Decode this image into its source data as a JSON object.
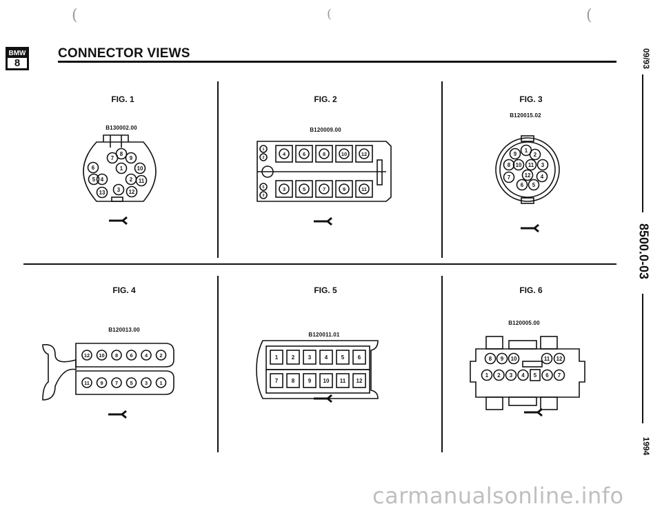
{
  "header": {
    "logo_top": "BMW",
    "logo_bottom": "8",
    "title": "CONNECTOR VIEWS"
  },
  "sidebar": {
    "date": "09/93",
    "doc_number": "8500.0-03",
    "year": "1994"
  },
  "figures": [
    {
      "label": "FIG. 1",
      "part": "B130002.00",
      "pins": [
        "1",
        "2",
        "3",
        "4",
        "5",
        "6",
        "7",
        "8",
        "9",
        "10",
        "11",
        "12",
        "13"
      ]
    },
    {
      "label": "FIG. 2",
      "part": "B120009.00",
      "pins": [
        "2",
        "4",
        "6",
        "8",
        "10",
        "12",
        "1",
        "3",
        "5",
        "7",
        "9",
        "11"
      ]
    },
    {
      "label": "FIG. 3",
      "part": "B120015.02",
      "pins": [
        "1",
        "2",
        "3",
        "4",
        "5",
        "6",
        "7",
        "8",
        "9",
        "10",
        "11",
        "12"
      ]
    },
    {
      "label": "FIG. 4",
      "part": "B120013.00",
      "pins": [
        "12",
        "10",
        "8",
        "6",
        "4",
        "2",
        "11",
        "9",
        "7",
        "5",
        "3",
        "1"
      ]
    },
    {
      "label": "FIG. 5",
      "part": "B120011.01",
      "pins": [
        "1",
        "2",
        "3",
        "4",
        "5",
        "6",
        "7",
        "8",
        "9",
        "10",
        "11",
        "12"
      ]
    },
    {
      "label": "FIG. 6",
      "part": "B120005.00",
      "pins": [
        "8",
        "9",
        "10",
        "11",
        "12",
        "1",
        "2",
        "3",
        "4",
        "5",
        "6",
        "7"
      ]
    }
  ],
  "watermark": "carmanualsonline.info",
  "colors": {
    "ink": "#111111",
    "paper": "#ffffff",
    "watermark": "#bfbfbf"
  }
}
